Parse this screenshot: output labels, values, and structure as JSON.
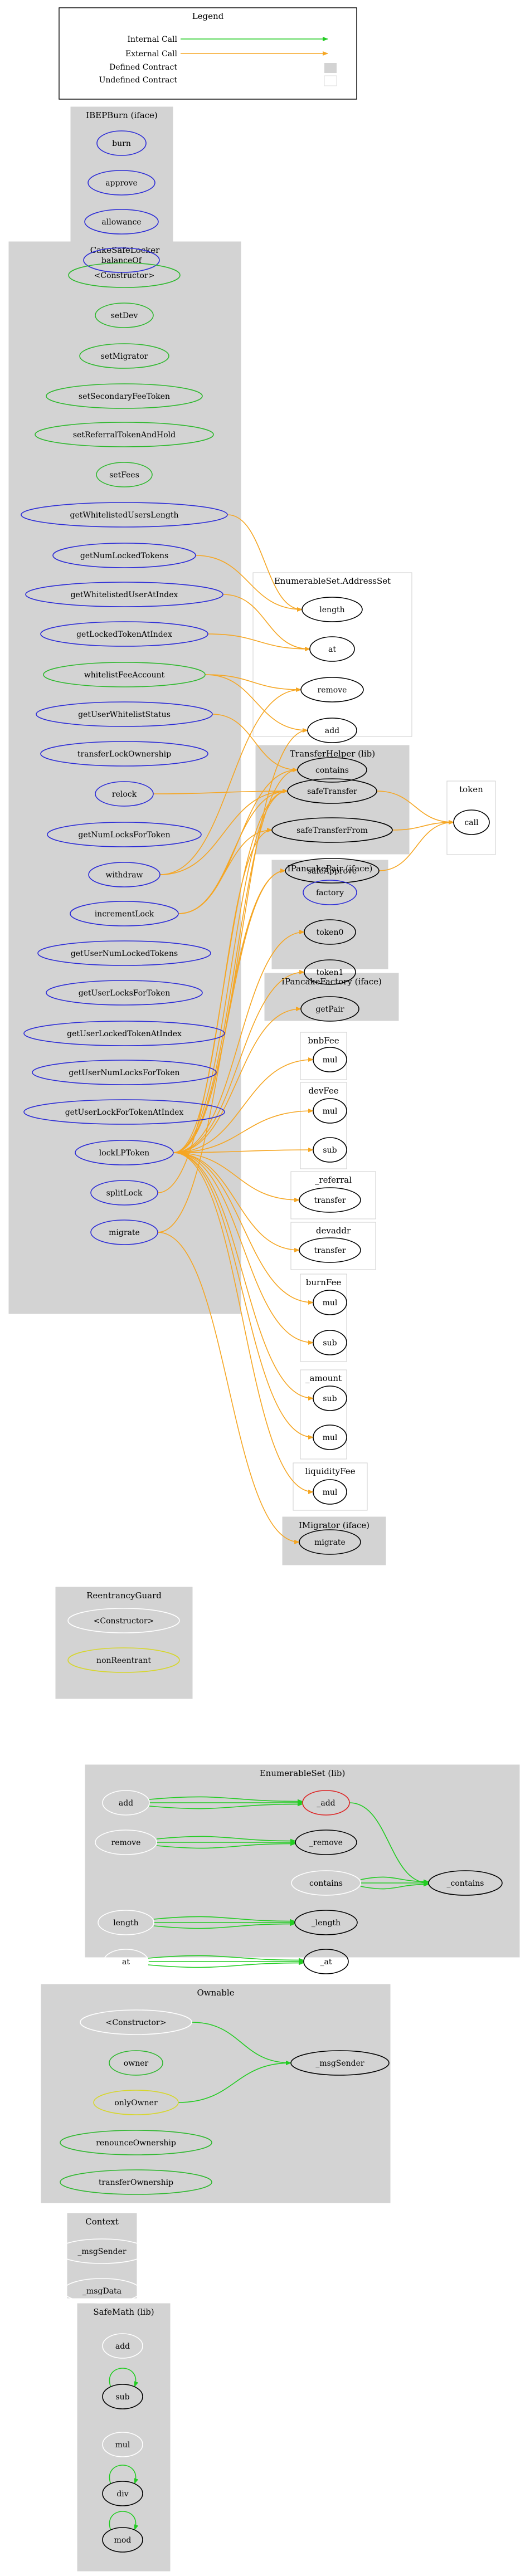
{
  "legend": {
    "title": "Legend",
    "items": [
      "Internal Call",
      "External Call",
      "Defined Contract",
      "Undefined Contract"
    ]
  },
  "colors": {
    "internal": "#22cc22",
    "external": "#f5a623",
    "public_node": "#2c2cd6",
    "private_node": "#2eb82e",
    "modifier_node": "#d6d62c",
    "fallback_node": "#dd2222",
    "plain_node": "#d0d0d0",
    "cluster_defined": "#d3d3d3",
    "cluster_undefined": "#ffffff"
  },
  "clusters": [
    {
      "id": "IBEPBurn",
      "title": "IBEPBurn  (iface)",
      "defined": true,
      "nodes": [
        {
          "id": "IBEPBurn.burn",
          "label": "burn",
          "kind": "public"
        },
        {
          "id": "IBEPBurn.approve",
          "label": "approve",
          "kind": "public"
        },
        {
          "id": "IBEPBurn.allowance",
          "label": "allowance",
          "kind": "public"
        },
        {
          "id": "IBEPBurn.balanceOf",
          "label": "balanceOf",
          "kind": "public"
        }
      ]
    },
    {
      "id": "CakeSafeLocker",
      "title": "CakeSafeLocker",
      "defined": true,
      "nodes": [
        {
          "id": "CSL.constructor",
          "label": "<Constructor>",
          "kind": "private"
        },
        {
          "id": "CSL.setDev",
          "label": "setDev",
          "kind": "private"
        },
        {
          "id": "CSL.setMigrator",
          "label": "setMigrator",
          "kind": "private"
        },
        {
          "id": "CSL.setSecondaryFeeToken",
          "label": "setSecondaryFeeToken",
          "kind": "private"
        },
        {
          "id": "CSL.setReferralTokenAndHold",
          "label": "setReferralTokenAndHold",
          "kind": "private"
        },
        {
          "id": "CSL.setFees",
          "label": "setFees",
          "kind": "private"
        },
        {
          "id": "CSL.getWhitelistedUsersLength",
          "label": "getWhitelistedUsersLength",
          "kind": "public"
        },
        {
          "id": "CSL.getNumLockedTokens",
          "label": "getNumLockedTokens",
          "kind": "public"
        },
        {
          "id": "CSL.getWhitelistedUserAtIndex",
          "label": "getWhitelistedUserAtIndex",
          "kind": "public"
        },
        {
          "id": "CSL.getLockedTokenAtIndex",
          "label": "getLockedTokenAtIndex",
          "kind": "public"
        },
        {
          "id": "CSL.whitelistFeeAccount",
          "label": "whitelistFeeAccount",
          "kind": "private"
        },
        {
          "id": "CSL.getUserWhitelistStatus",
          "label": "getUserWhitelistStatus",
          "kind": "public"
        },
        {
          "id": "CSL.transferLockOwnership",
          "label": "transferLockOwnership",
          "kind": "public"
        },
        {
          "id": "CSL.relock",
          "label": "relock",
          "kind": "public"
        },
        {
          "id": "CSL.getNumLocksForToken",
          "label": "getNumLocksForToken",
          "kind": "public"
        },
        {
          "id": "CSL.withdraw",
          "label": "withdraw",
          "kind": "public"
        },
        {
          "id": "CSL.incrementLock",
          "label": "incrementLock",
          "kind": "public"
        },
        {
          "id": "CSL.getUserNumLockedTokens",
          "label": "getUserNumLockedTokens",
          "kind": "public"
        },
        {
          "id": "CSL.getUserLocksForToken",
          "label": "getUserLocksForToken",
          "kind": "public"
        },
        {
          "id": "CSL.getUserLockedTokenAtIndex",
          "label": "getUserLockedTokenAtIndex",
          "kind": "public"
        },
        {
          "id": "CSL.getUserNumLocksForToken",
          "label": "getUserNumLocksForToken",
          "kind": "public"
        },
        {
          "id": "CSL.getUserLockForTokenAtIndex",
          "label": "getUserLockForTokenAtIndex",
          "kind": "public"
        },
        {
          "id": "CSL.lockLPToken",
          "label": "lockLPToken",
          "kind": "public"
        },
        {
          "id": "CSL.splitLock",
          "label": "splitLock",
          "kind": "public"
        },
        {
          "id": "CSL.migrate",
          "label": "migrate",
          "kind": "public"
        }
      ]
    },
    {
      "id": "ESAddressSet",
      "title": "EnumerableSet.AddressSet",
      "defined": false,
      "nodes": [
        {
          "id": "ESA.length",
          "label": "length",
          "kind": "plain"
        },
        {
          "id": "ESA.at",
          "label": "at",
          "kind": "plain"
        },
        {
          "id": "ESA.remove",
          "label": "remove",
          "kind": "plain"
        },
        {
          "id": "ESA.add",
          "label": "add",
          "kind": "plain"
        },
        {
          "id": "ESA.contains",
          "label": "contains",
          "kind": "plain"
        }
      ]
    },
    {
      "id": "TransferHelper",
      "title": "TransferHelper  (lib)",
      "defined": true,
      "nodes": [
        {
          "id": "TH.safeTransfer",
          "label": "safeTransfer",
          "kind": "plain"
        },
        {
          "id": "TH.safeTransferFrom",
          "label": "safeTransferFrom",
          "kind": "plain"
        },
        {
          "id": "TH.safeApprove",
          "label": "safeApprove",
          "kind": "plain"
        }
      ]
    },
    {
      "id": "token",
      "title": "token",
      "defined": false,
      "nodes": [
        {
          "id": "token.call",
          "label": "call",
          "kind": "plain"
        }
      ]
    },
    {
      "id": "IPancakePair",
      "title": "IPancakePair  (iface)",
      "defined": true,
      "nodes": [
        {
          "id": "IPP.factory",
          "label": "factory",
          "kind": "public"
        },
        {
          "id": "IPP.token0",
          "label": "token0",
          "kind": "plain"
        },
        {
          "id": "IPP.token1",
          "label": "token1",
          "kind": "plain"
        }
      ]
    },
    {
      "id": "IPancakeFactory",
      "title": "IPancakeFactory  (iface)",
      "defined": true,
      "nodes": [
        {
          "id": "IPF.getPair",
          "label": "getPair",
          "kind": "plain"
        }
      ]
    },
    {
      "id": "bnbFee",
      "title": "bnbFee",
      "defined": false,
      "nodes": [
        {
          "id": "bnbFee.mul",
          "label": "mul",
          "kind": "plain"
        }
      ]
    },
    {
      "id": "devFee",
      "title": "devFee",
      "defined": false,
      "nodes": [
        {
          "id": "devFee.mul",
          "label": "mul",
          "kind": "plain"
        },
        {
          "id": "devFee.sub",
          "label": "sub",
          "kind": "plain"
        }
      ]
    },
    {
      "id": "referral",
      "title": "_referral",
      "defined": false,
      "nodes": [
        {
          "id": "referral.transfer",
          "label": "transfer",
          "kind": "plain"
        }
      ]
    },
    {
      "id": "devaddr",
      "title": "devaddr",
      "defined": false,
      "nodes": [
        {
          "id": "devaddr.transfer",
          "label": "transfer",
          "kind": "plain"
        }
      ]
    },
    {
      "id": "burnFee",
      "title": "burnFee",
      "defined": false,
      "nodes": [
        {
          "id": "burnFee.mul",
          "label": "mul",
          "kind": "plain"
        },
        {
          "id": "burnFee.sub",
          "label": "sub",
          "kind": "plain"
        }
      ]
    },
    {
      "id": "amount",
      "title": "_amount",
      "defined": false,
      "nodes": [
        {
          "id": "amount.sub",
          "label": "sub",
          "kind": "plain"
        },
        {
          "id": "amount.mul",
          "label": "mul",
          "kind": "plain"
        }
      ]
    },
    {
      "id": "liquidityFee",
      "title": "liquidityFee",
      "defined": false,
      "nodes": [
        {
          "id": "liquidityFee.mul",
          "label": "mul",
          "kind": "plain"
        }
      ]
    },
    {
      "id": "IMigrator",
      "title": "IMigrator  (iface)",
      "defined": true,
      "nodes": [
        {
          "id": "IM.migrate",
          "label": "migrate",
          "kind": "plain"
        }
      ]
    },
    {
      "id": "ReentrancyGuard",
      "title": "ReentrancyGuard",
      "defined": true,
      "nodes": [
        {
          "id": "RG.constructor",
          "label": "<Constructor>",
          "kind": "plain_light"
        },
        {
          "id": "RG.nonReentrant",
          "label": "nonReentrant",
          "kind": "modifier"
        }
      ]
    },
    {
      "id": "EnumerableSetLib",
      "title": "EnumerableSet  (lib)",
      "defined": true,
      "nodes": [
        {
          "id": "ES.add",
          "label": "add",
          "kind": "plain_light"
        },
        {
          "id": "ES._add",
          "label": "_add",
          "kind": "fallback"
        },
        {
          "id": "ES.remove",
          "label": "remove",
          "kind": "plain_light"
        },
        {
          "id": "ES._remove",
          "label": "_remove",
          "kind": "plain"
        },
        {
          "id": "ES.contains",
          "label": "contains",
          "kind": "plain_light"
        },
        {
          "id": "ES._contains",
          "label": "_contains",
          "kind": "plain"
        },
        {
          "id": "ES.length",
          "label": "length",
          "kind": "plain_light"
        },
        {
          "id": "ES._length",
          "label": "_length",
          "kind": "plain"
        },
        {
          "id": "ES.at",
          "label": "at",
          "kind": "plain_light"
        },
        {
          "id": "ES._at",
          "label": "_at",
          "kind": "plain"
        }
      ]
    },
    {
      "id": "Ownable",
      "title": "Ownable",
      "defined": true,
      "nodes": [
        {
          "id": "OW.constructor",
          "label": "<Constructor>",
          "kind": "plain_light"
        },
        {
          "id": "OW._msgSender",
          "label": "_msgSender",
          "kind": "plain"
        },
        {
          "id": "OW.owner",
          "label": "owner",
          "kind": "private"
        },
        {
          "id": "OW.onlyOwner",
          "label": "onlyOwner",
          "kind": "modifier"
        },
        {
          "id": "OW.renounceOwnership",
          "label": "renounceOwnership",
          "kind": "private"
        },
        {
          "id": "OW.transferOwnership",
          "label": "transferOwnership",
          "kind": "private"
        }
      ]
    },
    {
      "id": "Context",
      "title": "Context",
      "defined": true,
      "nodes": [
        {
          "id": "CTX._msgSender",
          "label": "_msgSender",
          "kind": "plain_light"
        },
        {
          "id": "CTX._msgData",
          "label": "_msgData",
          "kind": "plain_light"
        }
      ]
    },
    {
      "id": "SafeMath",
      "title": "SafeMath  (lib)",
      "defined": true,
      "nodes": [
        {
          "id": "SM.add",
          "label": "add",
          "kind": "plain_light"
        },
        {
          "id": "SM.sub",
          "label": "sub",
          "kind": "plain"
        },
        {
          "id": "SM.mul",
          "label": "mul",
          "kind": "plain_light"
        },
        {
          "id": "SM.div",
          "label": "div",
          "kind": "plain"
        },
        {
          "id": "SM.mod",
          "label": "mod",
          "kind": "plain"
        }
      ]
    }
  ],
  "edges": [
    {
      "from": "CSL.getWhitelistedUsersLength",
      "to": "ESA.length",
      "type": "external"
    },
    {
      "from": "CSL.getNumLockedTokens",
      "to": "ESA.length",
      "type": "external"
    },
    {
      "from": "CSL.getWhitelistedUserAtIndex",
      "to": "ESA.at",
      "type": "external"
    },
    {
      "from": "CSL.getLockedTokenAtIndex",
      "to": "ESA.at",
      "type": "external"
    },
    {
      "from": "CSL.whitelistFeeAccount",
      "to": "ESA.remove",
      "type": "external"
    },
    {
      "from": "CSL.whitelistFeeAccount",
      "to": "ESA.add",
      "type": "external"
    },
    {
      "from": "CSL.getUserWhitelistStatus",
      "to": "ESA.contains",
      "type": "external"
    },
    {
      "from": "CSL.relock",
      "to": "TH.safeTransfer",
      "type": "external"
    },
    {
      "from": "CSL.withdraw",
      "to": "TH.safeTransfer",
      "type": "external"
    },
    {
      "from": "CSL.withdraw",
      "to": "ESA.remove",
      "type": "external"
    },
    {
      "from": "CSL.incrementLock",
      "to": "TH.safeTransferFrom",
      "type": "external"
    },
    {
      "from": "CSL.incrementLock",
      "to": "TH.safeTransfer",
      "type": "external"
    },
    {
      "from": "CSL.incrementLock",
      "to": "ESA.contains",
      "type": "external"
    },
    {
      "from": "CSL.lockLPToken",
      "to": "ESA.add",
      "type": "external"
    },
    {
      "from": "CSL.lockLPToken",
      "to": "ESA.contains",
      "type": "external"
    },
    {
      "from": "CSL.lockLPToken",
      "to": "TH.safeTransfer",
      "type": "external"
    },
    {
      "from": "CSL.lockLPToken",
      "to": "TH.safeTransferFrom",
      "type": "external"
    },
    {
      "from": "CSL.lockLPToken",
      "to": "TH.safeApprove",
      "type": "external"
    },
    {
      "from": "CSL.lockLPToken",
      "to": "IPP.token0",
      "type": "external"
    },
    {
      "from": "CSL.lockLPToken",
      "to": "IPP.token1",
      "type": "external"
    },
    {
      "from": "CSL.lockLPToken",
      "to": "IPF.getPair",
      "type": "external"
    },
    {
      "from": "CSL.lockLPToken",
      "to": "bnbFee.mul",
      "type": "external"
    },
    {
      "from": "CSL.lockLPToken",
      "to": "devFee.mul",
      "type": "external"
    },
    {
      "from": "CSL.lockLPToken",
      "to": "devFee.sub",
      "type": "external"
    },
    {
      "from": "CSL.lockLPToken",
      "to": "referral.transfer",
      "type": "external"
    },
    {
      "from": "CSL.lockLPToken",
      "to": "devaddr.transfer",
      "type": "external"
    },
    {
      "from": "CSL.lockLPToken",
      "to": "burnFee.mul",
      "type": "external"
    },
    {
      "from": "CSL.lockLPToken",
      "to": "burnFee.sub",
      "type": "external"
    },
    {
      "from": "CSL.lockLPToken",
      "to": "amount.sub",
      "type": "external"
    },
    {
      "from": "CSL.lockLPToken",
      "to": "amount.mul",
      "type": "external"
    },
    {
      "from": "CSL.lockLPToken",
      "to": "liquidityFee.mul",
      "type": "external"
    },
    {
      "from": "CSL.splitLock",
      "to": "TH.safeTransfer",
      "type": "external"
    },
    {
      "from": "CSL.migrate",
      "to": "TH.safeApprove",
      "type": "external"
    },
    {
      "from": "CSL.migrate",
      "to": "IM.migrate",
      "type": "external"
    },
    {
      "from": "TH.safeTransfer",
      "to": "token.call",
      "type": "external"
    },
    {
      "from": "TH.safeTransferFrom",
      "to": "token.call",
      "type": "external"
    },
    {
      "from": "TH.safeApprove",
      "to": "token.call",
      "type": "external"
    },
    {
      "from": "ES.add",
      "to": "ES._add",
      "type": "internal",
      "count": 3
    },
    {
      "from": "ES.remove",
      "to": "ES._remove",
      "type": "internal",
      "count": 3
    },
    {
      "from": "ES.contains",
      "to": "ES._contains",
      "type": "internal",
      "count": 3
    },
    {
      "from": "ES._add",
      "to": "ES._contains",
      "type": "internal"
    },
    {
      "from": "ES.length",
      "to": "ES._length",
      "type": "internal",
      "count": 3
    },
    {
      "from": "ES.at",
      "to": "ES._at",
      "type": "internal",
      "count": 3
    },
    {
      "from": "OW.constructor",
      "to": "OW._msgSender",
      "type": "internal"
    },
    {
      "from": "OW.onlyOwner",
      "to": "OW._msgSender",
      "type": "internal"
    },
    {
      "from": "SM.sub",
      "to": "SM.sub",
      "type": "internal"
    },
    {
      "from": "SM.div",
      "to": "SM.div",
      "type": "internal"
    },
    {
      "from": "SM.mod",
      "to": "SM.mod",
      "type": "internal"
    }
  ]
}
